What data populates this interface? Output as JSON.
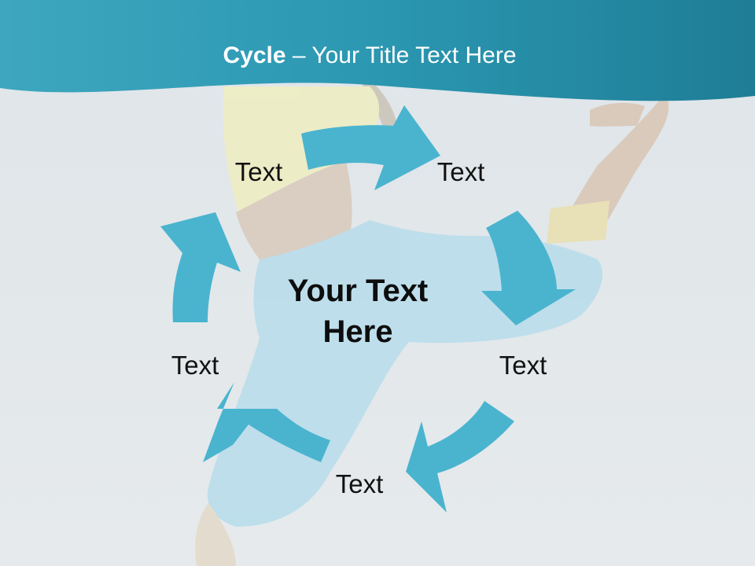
{
  "slide": {
    "title_bold": "Cycle",
    "title_rest": " – Your Title Text Here",
    "center_text": "Your Text Here",
    "nodes": [
      "Text",
      "Text",
      "Text",
      "Text",
      "Text"
    ]
  },
  "colors": {
    "banner": "#2d9cb5",
    "arrow": "#4ab4cf",
    "background": "#e4e8ea",
    "title_text": "#ffffff"
  },
  "icons": {
    "background_photo": "jumping-dancer-photo"
  }
}
